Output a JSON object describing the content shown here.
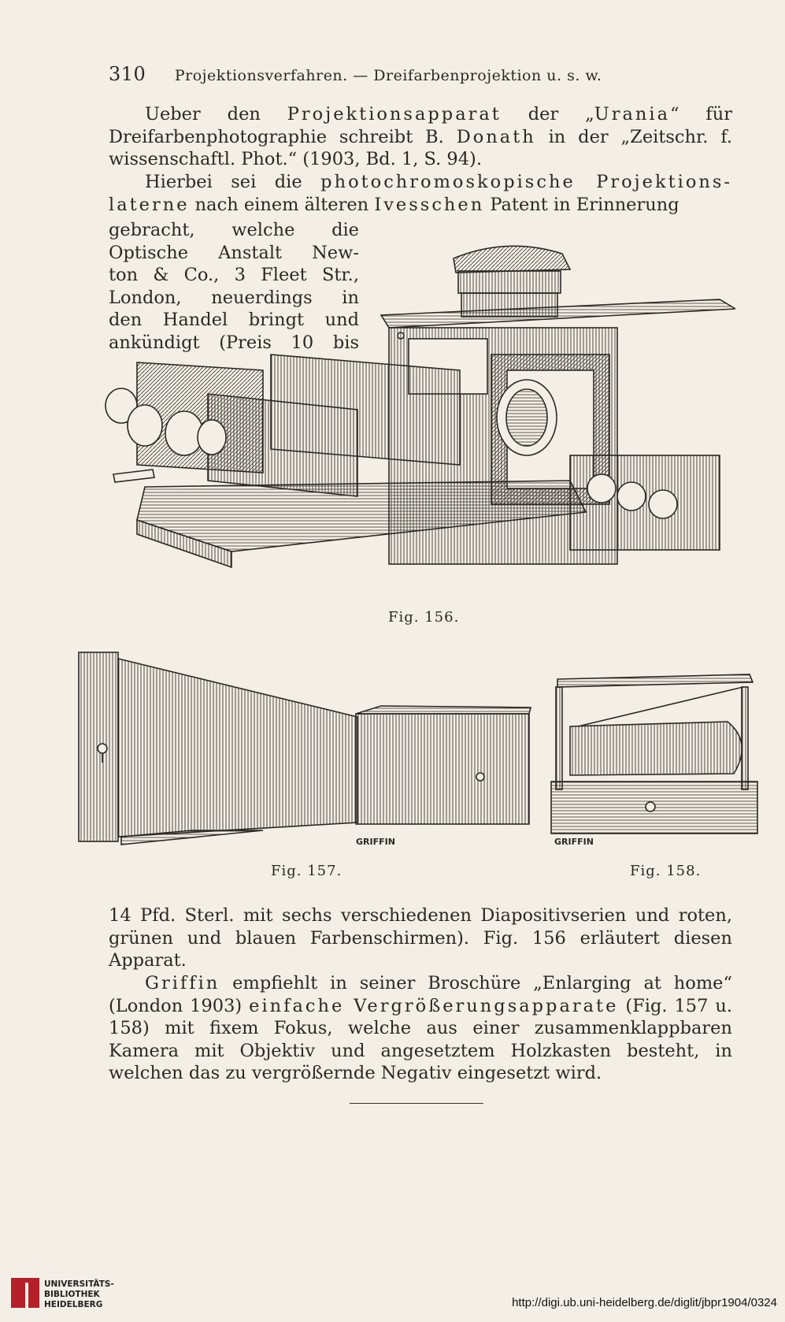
{
  "header": {
    "page_number": "310",
    "running_title": "Projektionsverfahren. — Dreifarbenprojektion u. s. w."
  },
  "paragraph1": {
    "t1": "Ueber den ",
    "t2": "Projektionsapparat",
    "t3": " der „",
    "t4": "Urania",
    "t5": "“ für Dreifarbenphotographie schreibt B. ",
    "t6": "Donath",
    "t7": " in der „Zeitschr. f. wissenschaftl. Phot.“ (1903, Bd. 1, S. 94)."
  },
  "paragraph2": {
    "t1": "Hierbei sei die ",
    "t2": "photochromoskopische Projektions-laterne",
    "t3": " nach einem älteren ",
    "t4": "Ivesschen",
    "t5": " Patent in Erinnerung"
  },
  "wrap_lines": [
    "gebracht, welche die",
    "Optische Anstalt New-",
    "ton & Co., 3 Fleet Str.,",
    "London, neuerdings in",
    "den Handel bringt und",
    "ankündigt (Preis 10 bis"
  ],
  "figures": {
    "fig156_caption": "Fig. 156.",
    "fig157_caption": "Fig. 157.",
    "fig158_caption": "Fig. 158.",
    "fig157_label": "GRIFFIN",
    "fig158_label": "GRIFFIN"
  },
  "paragraph3": {
    "text": "14 Pfd. Sterl. mit sechs verschiedenen Diapositivserien und roten, grünen und blauen Farbenschirmen). Fig. 156 erläutert diesen Apparat."
  },
  "paragraph4": {
    "t1": "Griffin",
    "t2": " empfiehlt in seiner Broschüre „Enlarging at home“ (London 1903) ",
    "t3": "einfache Vergrößerungsapparate",
    "t4": " (Fig. 157 u. 158) mit fixem Fokus, welche aus einer zusammenklappbaren Kamera mit Objektiv und angesetztem Holzkasten besteht, in welchen das zu vergrößernde Negativ eingesetzt wird."
  },
  "footer": {
    "logo_lines": [
      "UNIVERSITÄTS-",
      "BIBLIOTHEK",
      "HEIDELBERG"
    ],
    "url": "http://digi.ub.uni-heidelberg.de/diglit/jbpr1904/0324"
  },
  "colors": {
    "paper": "#f3efe6",
    "ink": "#2b2824",
    "logo_red": "#b3202a"
  }
}
